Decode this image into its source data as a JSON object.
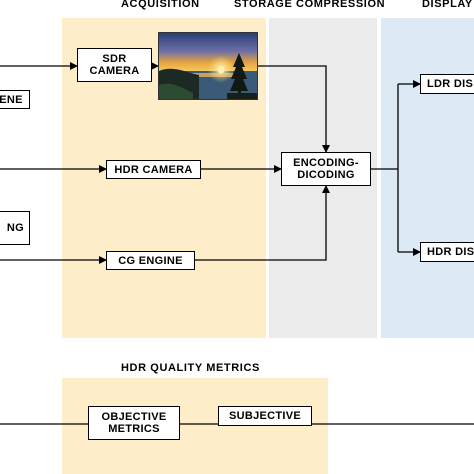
{
  "sections": {
    "acquisition": "ACQUISITION",
    "storage": "STORAGE COMPRESSION",
    "display": "DISPLAY",
    "metrics": "HDR QUALITY METRICS"
  },
  "boxes": {
    "scene": "ENE",
    "engine_left": "NG",
    "sdr_camera": "SDR\nCAMERA",
    "hdr_camera": "HDR CAMERA",
    "cg_engine": "CG ENGINE",
    "encoding": "ENCODING-\nDICODING",
    "ldr_display": "LDR DIS",
    "hdr_display": "HDR DIS",
    "objective_metrics": "OBJECTIVE\nMETRICS",
    "subjective": "SUBJECTIVE"
  },
  "colors": {
    "acquisition_band": "#fdeec9",
    "storage_band": "#ebebeb",
    "display_band": "#dde9f5",
    "metrics_band": "#fdeec9",
    "line": "#000000"
  },
  "image": {
    "subject": "sunset-over-coastal-bay-photo"
  }
}
